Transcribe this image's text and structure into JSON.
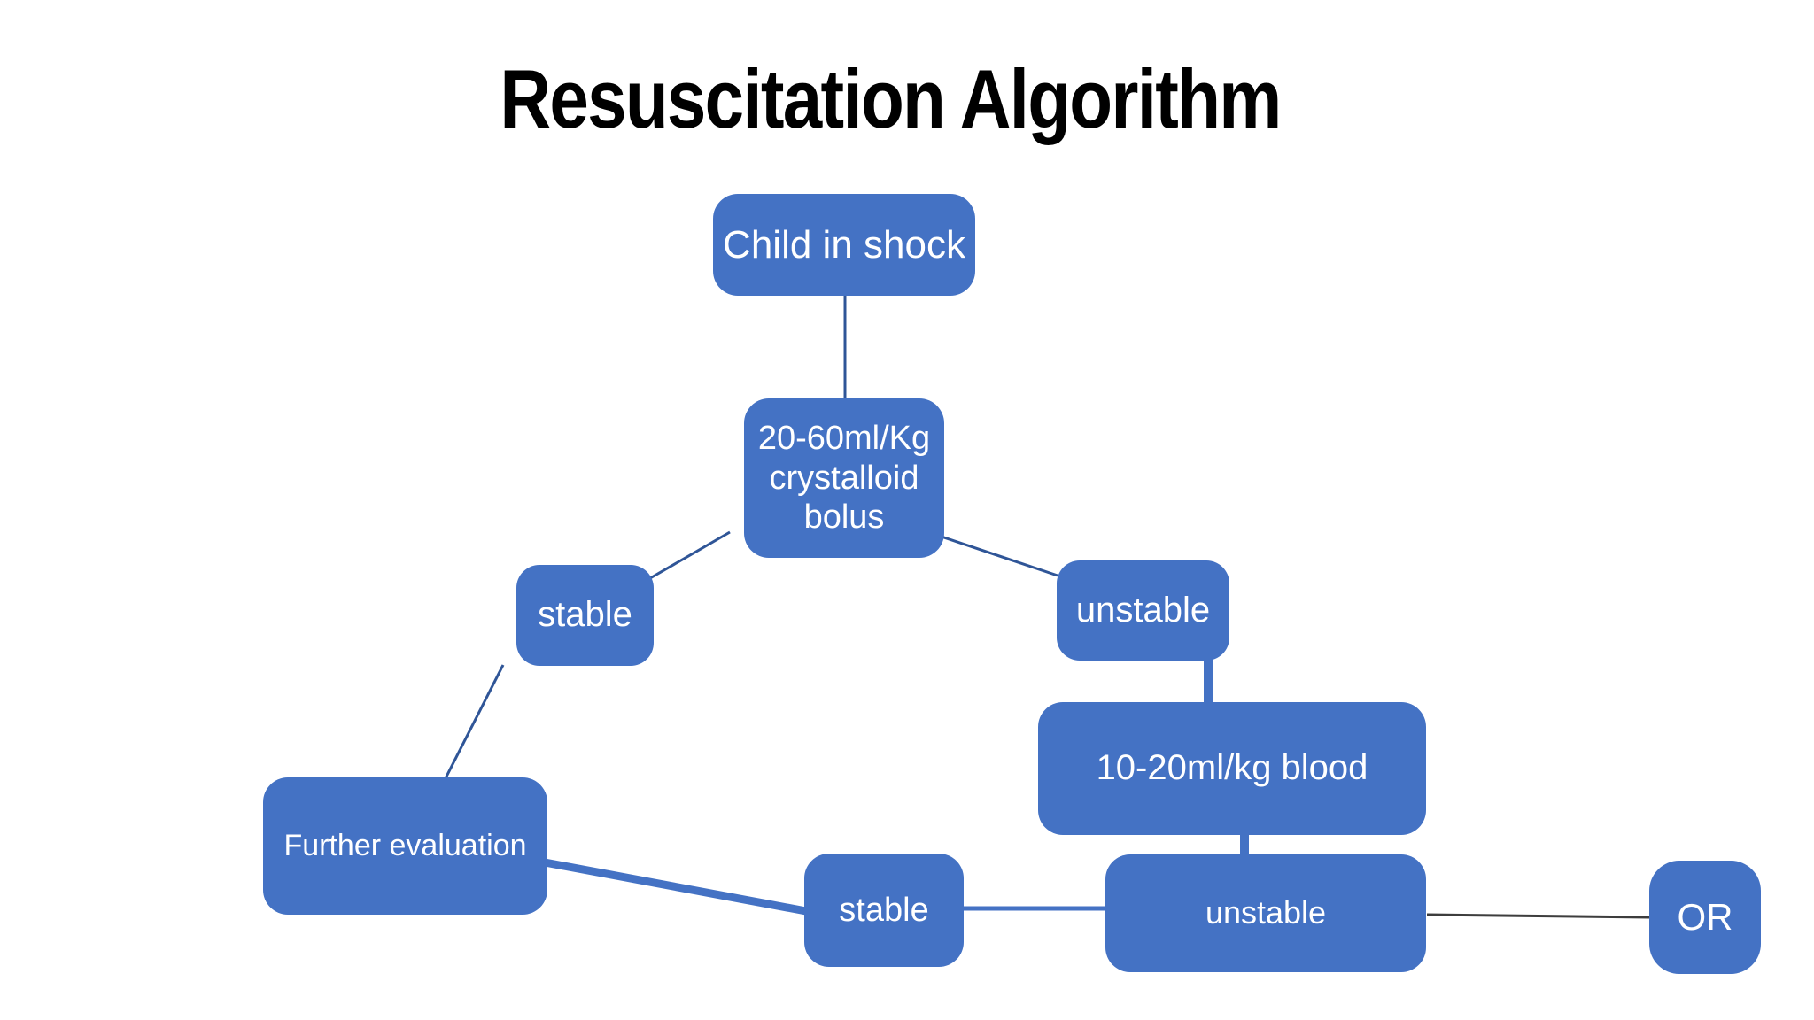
{
  "title": "Resuscitation Algorithm",
  "colors": {
    "background": "#FFFFFF",
    "node_fill": "#4472C4",
    "node_text": "#FFFFFF",
    "title_text": "#000000",
    "connector_blue_thin": "#2F5597",
    "connector_blue_thick": "#4472C4",
    "connector_gray": "#3D3D3D"
  },
  "nodes": {
    "child_in_shock": {
      "label": "Child in shock"
    },
    "crystalloid_bolus": {
      "label": "20-60ml/Kg crystalloid bolus"
    },
    "stable_mid": {
      "label": "stable"
    },
    "unstable_mid": {
      "label": "unstable"
    },
    "further_evaluation": {
      "label": "Further evaluation"
    },
    "blood": {
      "label": "10-20ml/kg blood"
    },
    "stable_bottom": {
      "label": "stable"
    },
    "unstable_bottom": {
      "label": "unstable"
    },
    "or": {
      "label": "OR"
    }
  },
  "edges": [
    {
      "from": "child_in_shock",
      "to": "crystalloid_bolus"
    },
    {
      "from": "crystalloid_bolus",
      "to": "stable_mid"
    },
    {
      "from": "crystalloid_bolus",
      "to": "unstable_mid"
    },
    {
      "from": "stable_mid",
      "to": "further_evaluation"
    },
    {
      "from": "unstable_mid",
      "to": "blood"
    },
    {
      "from": "further_evaluation",
      "to": "stable_bottom"
    },
    {
      "from": "blood",
      "to": "unstable_bottom"
    },
    {
      "from": "stable_bottom",
      "to": "unstable_bottom"
    },
    {
      "from": "unstable_bottom",
      "to": "or"
    }
  ]
}
